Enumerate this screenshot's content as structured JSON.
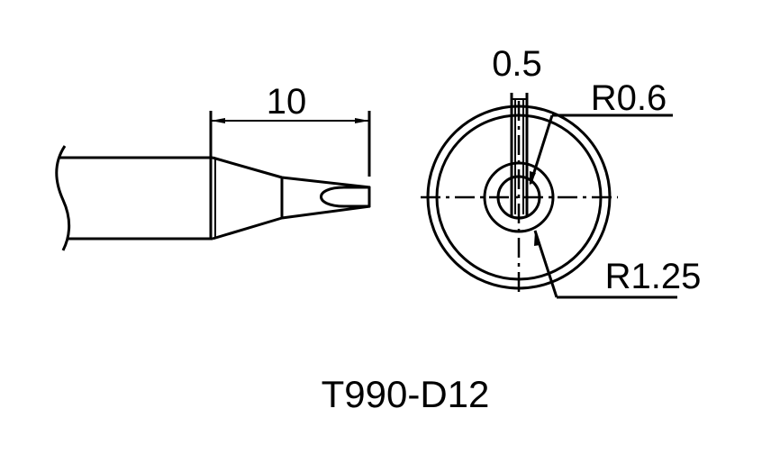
{
  "drawing": {
    "title": "T990-D12",
    "side_view": {
      "length_dimension": "10"
    },
    "end_view": {
      "slot_width": "0.5",
      "inner_radius": "R0.6",
      "outer_radius": "R1.25"
    }
  },
  "colors": {
    "line": "#000000",
    "background": "#ffffff"
  }
}
